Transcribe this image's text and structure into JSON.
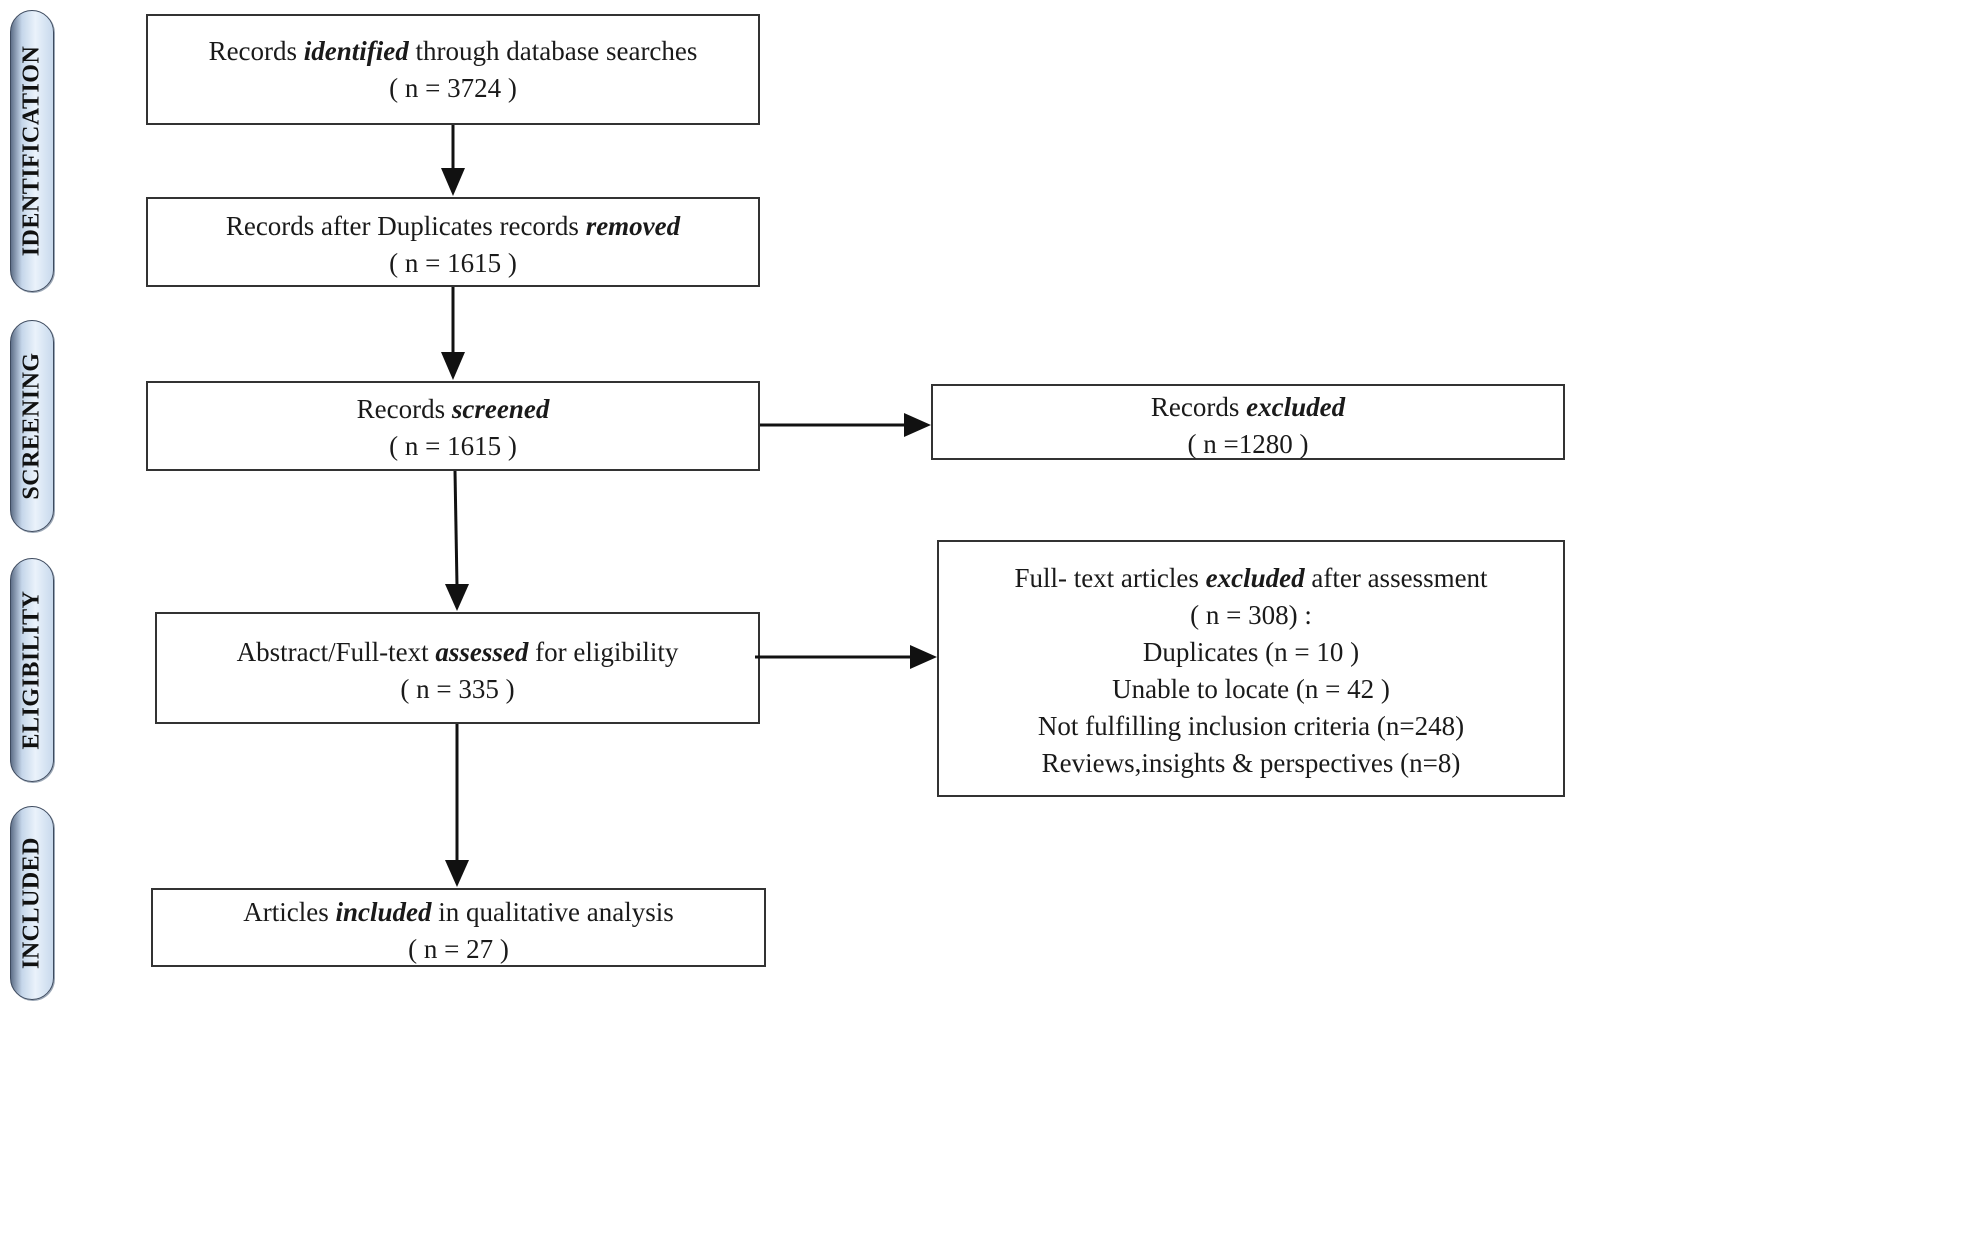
{
  "stages": {
    "identification": "IDENTIFICATION",
    "screening": "SCREENING",
    "eligibility": "ELIGIBILITY",
    "included": "INCLUDED"
  },
  "boxes": {
    "identified": {
      "pre": "Records ",
      "em": "identified",
      "post": " through database searches",
      "count": "( n  = 3724 )"
    },
    "duplicates_removed": {
      "pre": "Records after Duplicates records ",
      "em": "removed",
      "post": "",
      "count": "( n = 1615 )"
    },
    "screened": {
      "pre": "Records ",
      "em": "screened",
      "post": "",
      "count": "( n = 1615 )"
    },
    "excluded": {
      "pre": "Records ",
      "em": "excluded",
      "post": "",
      "count": "( n =1280 )"
    },
    "assessed": {
      "pre": "Abstract/Full-text ",
      "em": "assessed",
      "post": " for eligibility",
      "count": "( n = 335  )"
    },
    "fulltext_excluded": {
      "pre": "Full- text articles ",
      "em": "excluded",
      "post": " after assessment",
      "count": "( n = 308) :",
      "reasons": [
        "Duplicates (n = 10 )",
        "Unable to locate (n = 42 )",
        "Not fulfilling inclusion criteria (n=248)",
        "Reviews,insights & perspectives (n=8)"
      ]
    },
    "included": {
      "pre": "Articles ",
      "em": "included",
      "post": " in qualitative analysis",
      "count": "( n = 27  )"
    }
  }
}
